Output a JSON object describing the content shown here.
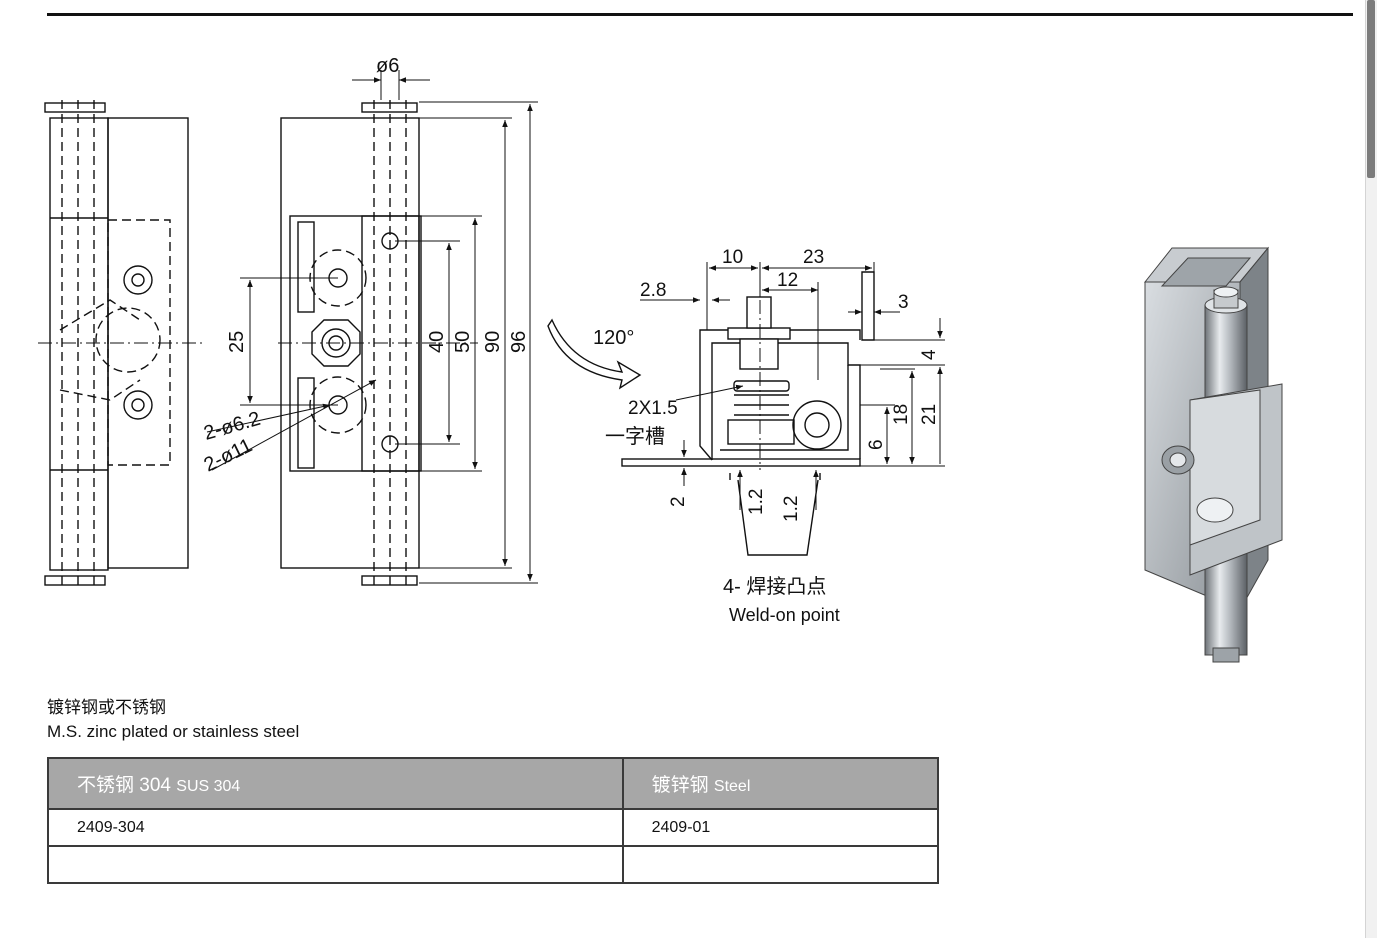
{
  "drawing": {
    "dimensions": {
      "phi6": "ø6",
      "d25": "25",
      "d40": "40",
      "d50": "50",
      "d90": "90",
      "d96": "96",
      "holes_small": "2-ø6.2",
      "holes_large": "2-ø11",
      "angle": "120°",
      "d10": "10",
      "d23": "23",
      "d12": "12",
      "d2_8": "2.8",
      "d3": "3",
      "d4": "4",
      "d18": "18",
      "d21": "21",
      "d6": "6",
      "d2": "2",
      "d1_2_a": "1.2",
      "d1_2_b": "1.2",
      "slot_size": "2X1.5",
      "slot_name": "一字槽"
    },
    "weld_note_cn": "4- 焊接凸点",
    "weld_note_en": "Weld-on point"
  },
  "material": {
    "cn": "镀锌钢或不锈钢",
    "en": "M.S. zinc plated or stainless steel"
  },
  "table": {
    "headers": [
      {
        "cn": "不锈钢 304",
        "en": "SUS 304"
      },
      {
        "cn": "镀锌钢",
        "en": "Steel"
      }
    ],
    "rows": [
      [
        "2409-304",
        "2409-01"
      ],
      [
        "",
        ""
      ]
    ]
  }
}
